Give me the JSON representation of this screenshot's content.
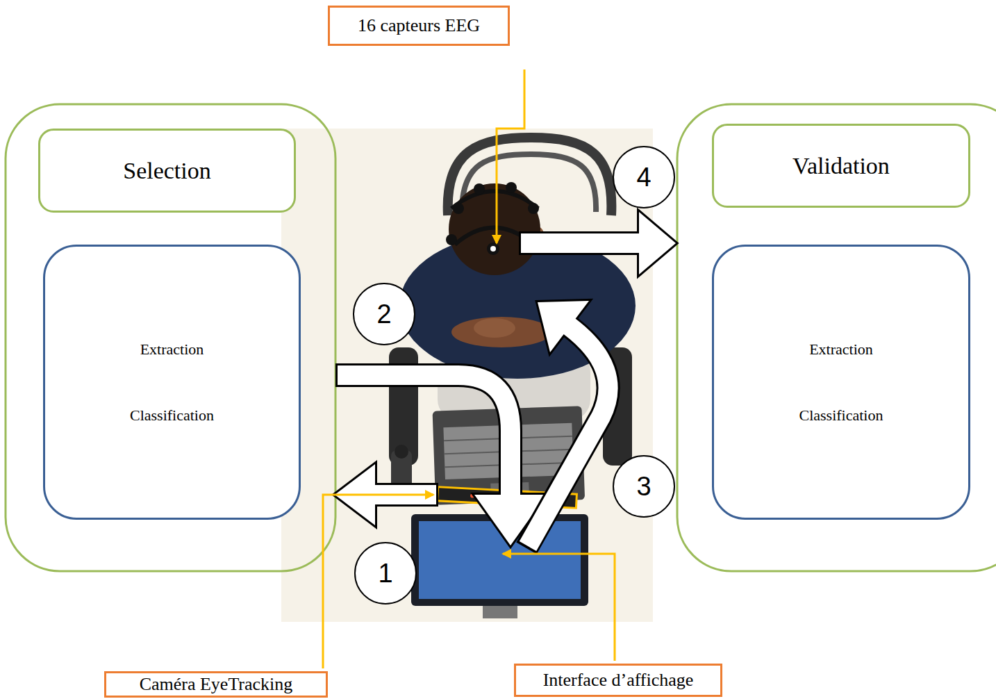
{
  "diagram": {
    "nodes": [
      {
        "text": [
          "16 capteurs EEG"
        ]
      },
      {
        "text": [
          "Selection"
        ]
      },
      {
        "text": [
          "Extraction",
          "Classification"
        ]
      },
      {
        "text": [
          "Validation"
        ]
      },
      {
        "text": [
          "Extraction",
          "Classification"
        ]
      },
      {
        "text": [
          "Caméra EyeTracking"
        ]
      },
      {
        "text": [
          "Interface d’affichage"
        ]
      }
    ],
    "labels": [
      "1",
      "2",
      "3",
      "4"
    ]
  }
}
